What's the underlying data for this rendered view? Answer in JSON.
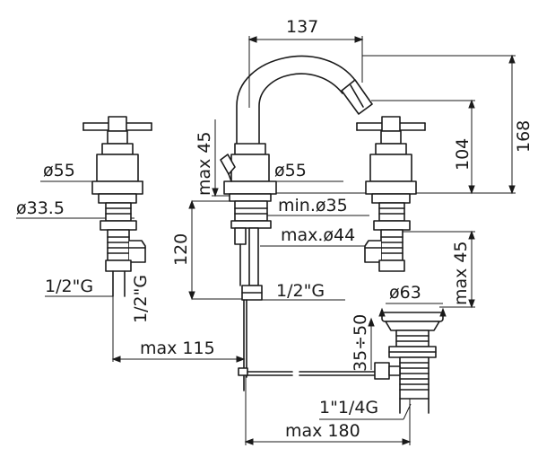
{
  "labels": {
    "width_top": "137",
    "height_total": "168",
    "height_spout": "104",
    "max_45_left": "max 45",
    "max_45_right": "max 45",
    "dia_55_left": "ø55",
    "dia_55_center": "ø55",
    "dia_33_5": "ø33.5",
    "min_dia_35": "min.ø35",
    "max_dia_44": "max.ø44",
    "height_120": "120",
    "thread_half_g_left": "1/2\"G",
    "thread_half_g_vertical": "1/2\"G",
    "thread_half_g_center": "1/2\"G",
    "dia_63": "ø63",
    "range_35_50": "35÷50",
    "thread_1_1_4_g": "1\"1/4G",
    "max_115": "max 115",
    "max_180": "max 180"
  },
  "colors": {
    "line": "#1a1a1a",
    "background": "#ffffff"
  }
}
